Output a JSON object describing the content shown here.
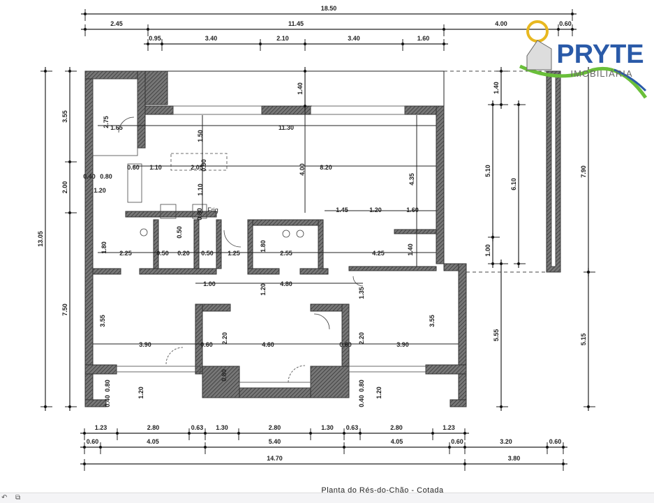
{
  "title": "Planta do Rés-do-Chão - Cotada",
  "logo": {
    "name": "PRYTE",
    "subtitle": "IMOBILIÁRIA",
    "colors": {
      "text": "#2a5aa8",
      "green": "#6abf3a",
      "sun": "#e8b820"
    }
  },
  "fridge_label": "Frig",
  "dimensions": {
    "top_row1": [
      "18.50"
    ],
    "top_row2": [
      "2.45",
      "11.45",
      "4.00",
      "0.60"
    ],
    "top_row3": [
      "0.95",
      "3.40",
      "2.10",
      "3.40",
      "1.60"
    ],
    "bottom_row1": [
      "1.23",
      "2.80",
      "0.63",
      "1.30",
      "2.80",
      "1.30",
      "0.63",
      "2.80",
      "1.23"
    ],
    "bottom_row2": [
      "0.60",
      "4.05",
      "5.40",
      "4.05",
      "0.60",
      "3.20",
      "0.60"
    ],
    "bottom_row3": [
      "14.70",
      "3.80"
    ],
    "left": [
      "3.55",
      "2.00",
      "7.50",
      "13.05"
    ],
    "right": [
      "1.40",
      "1.40",
      "5.10",
      "6.10",
      "1.00",
      "5.55",
      "7.90",
      "5.15"
    ],
    "interior": [
      "2.75",
      "1.65",
      "11.30",
      "1.50",
      "0.60",
      "1.10",
      "2.05",
      "0.90",
      "4.00",
      "8.20",
      "4.35",
      "0.40",
      "0.80",
      "1.20",
      "1.10",
      "0.80",
      "1.45",
      "1.20",
      "1.60",
      "1.80",
      "2.25",
      "0.50",
      "0.20",
      "0.50",
      "1.25",
      "1.80",
      "2.55",
      "4.25",
      "1.40",
      "1.00",
      "1.20",
      "4.80",
      "1.35",
      "3.55",
      "3.90",
      "0.60",
      "2.20",
      "4.60",
      "0.60",
      "2.20",
      "3.90",
      "3.55",
      "0.80",
      "0.40",
      "0.80",
      "1.20",
      "0.80",
      "0.40",
      "1.20",
      "0.50"
    ]
  },
  "toolbar": {
    "icons": [
      "undo-icon",
      "copy-icon"
    ]
  }
}
